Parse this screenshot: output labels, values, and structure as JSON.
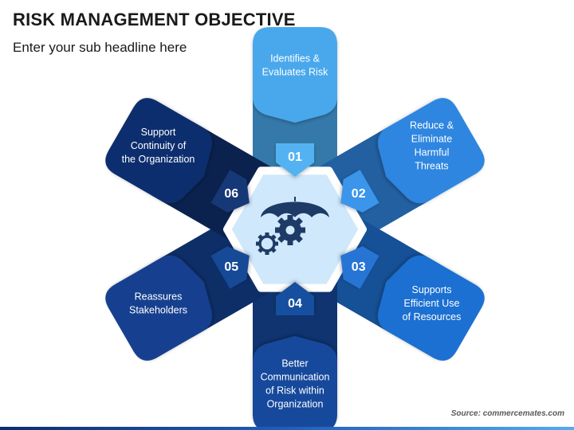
{
  "header": {
    "title": "RISK MANAGEMENT OBJECTIVE",
    "subtitle": "Enter your sub headline here"
  },
  "center": {
    "icon": "umbrella-gears-icon"
  },
  "objectives": [
    {
      "number": "01",
      "lines": [
        "Identifies &",
        "Evaluates Risk"
      ],
      "color": "#4aa8ec",
      "chip": "#52b3f2"
    },
    {
      "number": "02",
      "lines": [
        "Reduce &",
        "Eliminate",
        "Harmful",
        "Threats"
      ],
      "color": "#2f86e0",
      "chip": "#3a95ea"
    },
    {
      "number": "03",
      "lines": [
        "Supports",
        "Efficient Use",
        "of Resources"
      ],
      "color": "#1f6fd1",
      "chip": "#2575d4"
    },
    {
      "number": "04",
      "lines": [
        "Better",
        "Communication",
        "of Risk within",
        "Organization"
      ],
      "color": "#15489c",
      "chip": "#174f9f"
    },
    {
      "number": "05",
      "lines": [
        "Reassures",
        "Stakeholders"
      ],
      "color": "#14408f",
      "chip": "#164a96"
    },
    {
      "number": "06",
      "lines": [
        "Support",
        "Continuity of",
        "the Organization"
      ],
      "color": "#0f2f6e",
      "chip": "#123777"
    }
  ],
  "colors": {
    "hex_fill": "#cfe8fb",
    "hex_border": "#ffffff",
    "icon": "#1e3a66"
  },
  "footer": {
    "source": "Source: commercemates.com"
  }
}
